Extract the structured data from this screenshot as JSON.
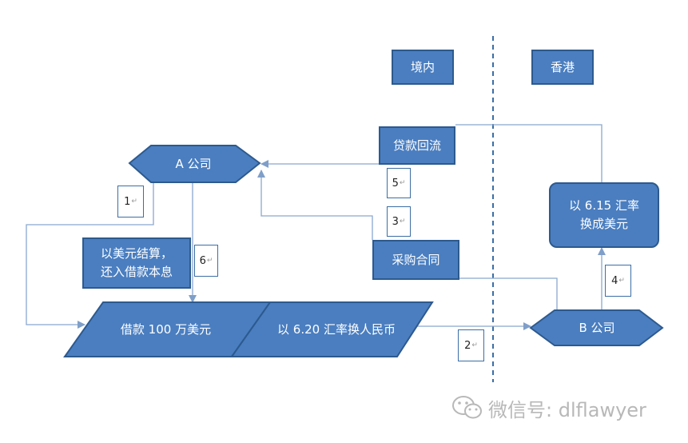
{
  "regions": {
    "domestic": "境内",
    "hongkong": "香港"
  },
  "nodes": {
    "company_a": "A 公司",
    "company_b": "B 公司",
    "loan_backflow": "贷款回流",
    "purchase_contract": "采购合同",
    "settle_usd": "以美元结算，还入借款本息",
    "convert_usd": "以 6.15 汇率换成美元",
    "borrow_usd": "借款 100 万美元",
    "convert_rmb": "以 6.20 汇率换人民币"
  },
  "steps": [
    "1",
    "2",
    "3",
    "4",
    "5",
    "6"
  ],
  "watermark": {
    "text": "微信号: dlflawyer"
  },
  "colors": {
    "box_fill": "#4a7ec0",
    "box_border": "#2d5a8e",
    "line": "#8aa8cf",
    "divider": "#3b6ea5"
  }
}
